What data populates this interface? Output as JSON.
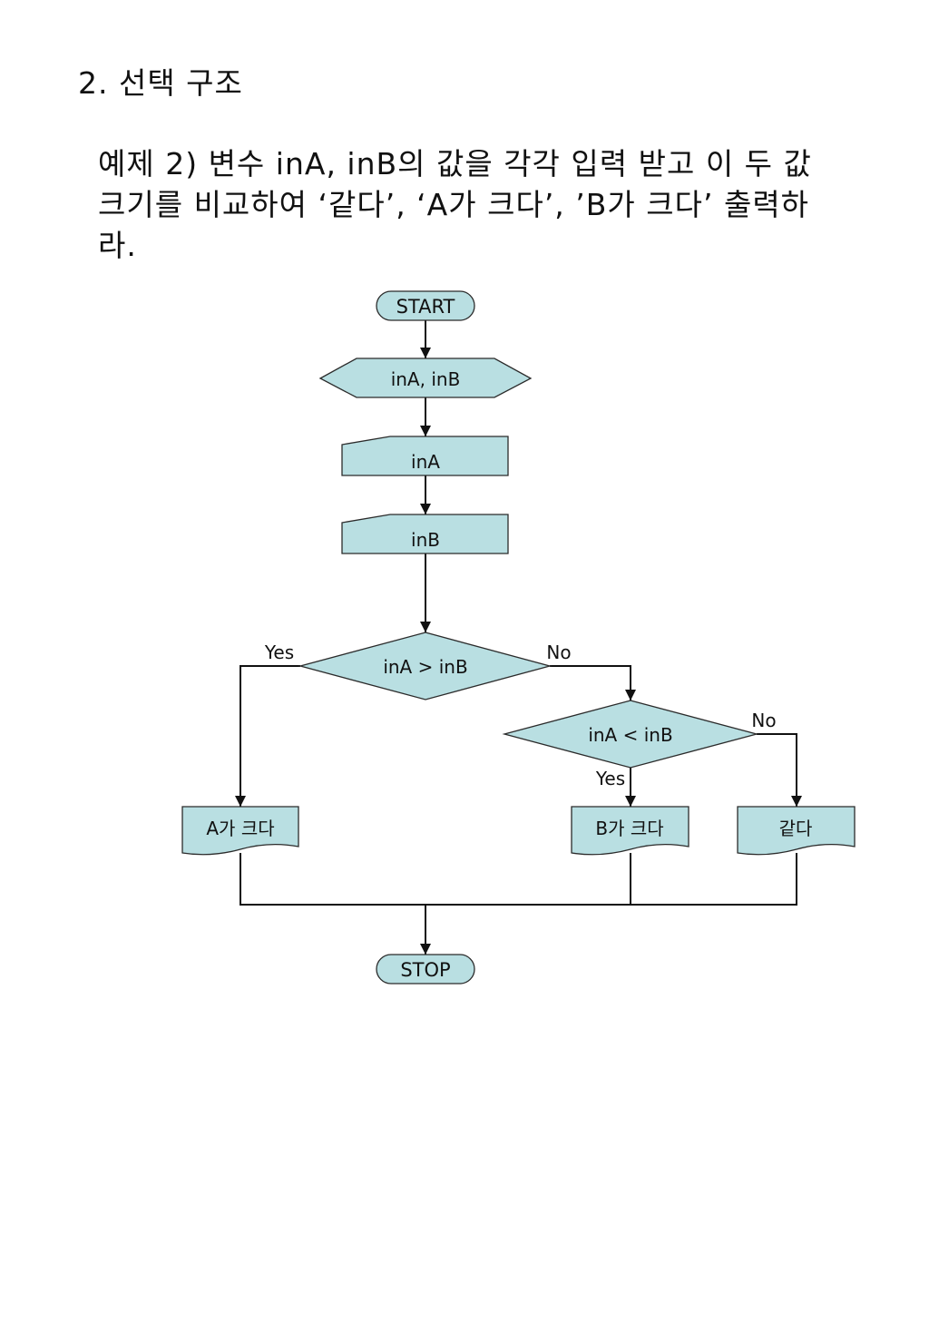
{
  "heading": "2. 선택 구조",
  "problem": {
    "line1": "예제 2) 변수 inA, inB의 값을 각각 입력 받고 이 두 값",
    "line2": "크기를 비교하여 ‘같다’, ‘A가 크다’, ’B가 크다’ 출력하",
    "line3": "라."
  },
  "flowchart": {
    "start": "START",
    "declare": "inA, inB",
    "input_a": "inA",
    "input_b": "inB",
    "decision1": "inA > inB",
    "decision1_yes": "Yes",
    "decision1_no": "No",
    "decision2": "inA < inB",
    "decision2_yes": "Yes",
    "decision2_no": "No",
    "output_a": "A가 크다",
    "output_b": "B가 크다",
    "output_equal": "같다",
    "stop": "STOP"
  },
  "colors": {
    "shape_fill": "#b9dfe2",
    "line": "#111111"
  }
}
